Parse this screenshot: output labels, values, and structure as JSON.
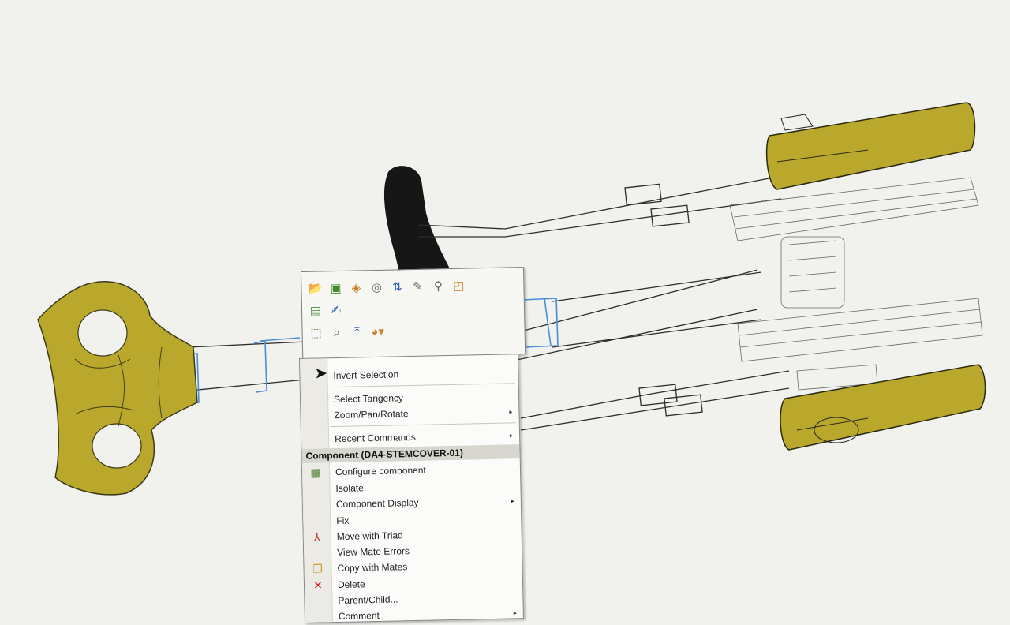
{
  "context_toolbar": {
    "row1_icons": [
      "open-part-icon",
      "edit-component-icon",
      "assembly-icon",
      "hide-components-icon",
      "sort-icon",
      "attach-icon",
      "mate-icon",
      "appearance-icon"
    ],
    "row2_icons": [
      "open-drawing-icon",
      "edit-sketch-icon"
    ],
    "row3_icons": [
      "select-icon",
      "zoom-to-selection-icon",
      "normal-to-icon",
      "color-wheel-icon"
    ]
  },
  "context_menu": {
    "items_top": [
      {
        "label": "Invert Selection",
        "submenu": false
      }
    ],
    "items_view": [
      {
        "label": "Select Tangency",
        "submenu": false
      },
      {
        "label": "Zoom/Pan/Rotate",
        "submenu": true
      }
    ],
    "items_recent": [
      {
        "label": "Recent Commands",
        "submenu": true
      }
    ],
    "section_header": "Component (DA4-STEMCOVER-01)",
    "items_component": [
      {
        "label": "Configure component",
        "icon": "configure-icon",
        "submenu": false
      },
      {
        "label": "Isolate",
        "icon": "",
        "submenu": false
      },
      {
        "label": "Component Display",
        "icon": "",
        "submenu": true
      },
      {
        "label": "Fix",
        "icon": "",
        "submenu": false
      },
      {
        "label": "Move with Triad",
        "icon": "triad-icon",
        "submenu": false
      },
      {
        "label": "View Mate Errors",
        "icon": "",
        "submenu": false
      },
      {
        "label": "Copy with Mates",
        "icon": "copy-icon",
        "submenu": false
      },
      {
        "label": "Delete",
        "icon": "delete-icon",
        "submenu": false
      },
      {
        "label": "Parent/Child...",
        "icon": "",
        "submenu": false
      },
      {
        "label": "Comment",
        "icon": "",
        "submenu": true
      }
    ]
  },
  "colors": {
    "part_yellow": "#b9a82c",
    "part_dark": "#1b1b1b",
    "wire": "#3a3a3a",
    "highlight_blue": "#4a8fd6",
    "background": "#f1f2ee"
  }
}
